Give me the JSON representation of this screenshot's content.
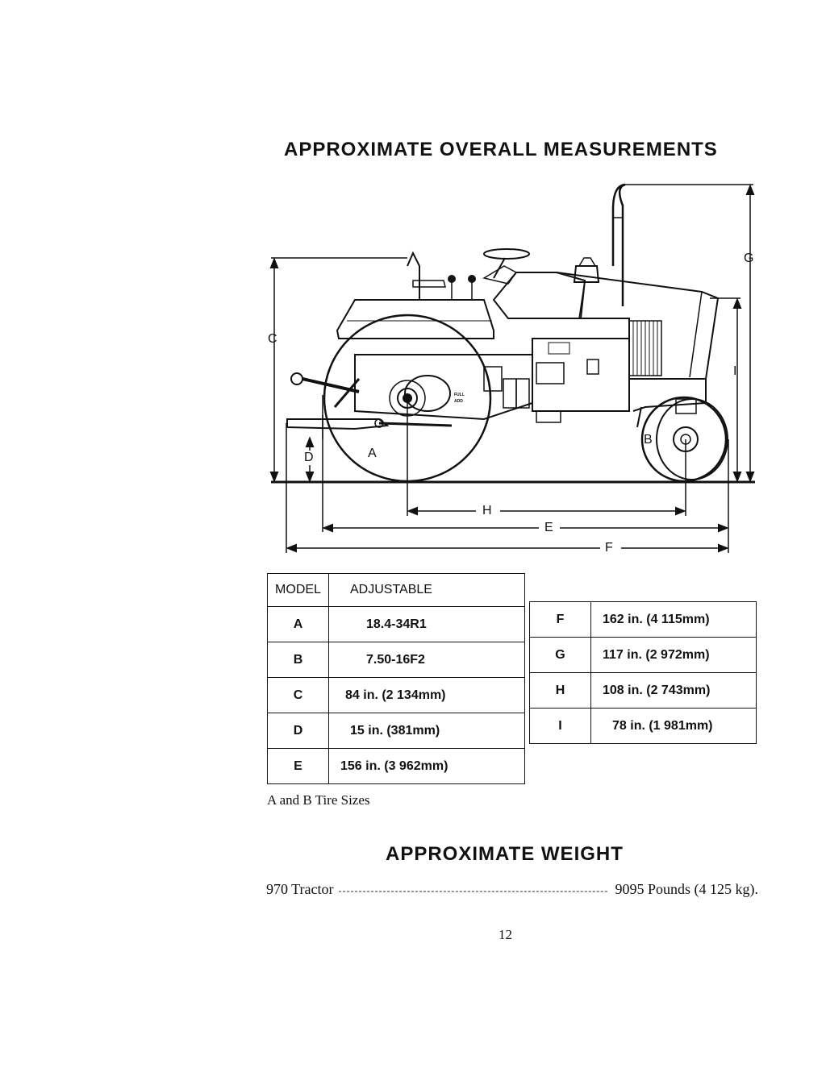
{
  "page": {
    "title": "APPROXIMATE OVERALL MEASUREMENTS",
    "page_number": "12"
  },
  "diagram": {
    "labels": {
      "A": "A",
      "B": "B",
      "C": "C",
      "D": "D",
      "E": "E",
      "F": "F",
      "G": "G",
      "H": "H",
      "I": "I"
    },
    "gauge_text": [
      "FULL",
      "ADD"
    ]
  },
  "model_table": {
    "header": {
      "model": "MODEL",
      "value": "ADJUSTABLE"
    },
    "rows": [
      {
        "key": "A",
        "value": "18.4-34R1"
      },
      {
        "key": "B",
        "value": "7.50-16F2"
      },
      {
        "key": "C",
        "value": "84 in. (2 134mm)"
      },
      {
        "key": "D",
        "value": "15 in. (381mm)"
      },
      {
        "key": "E",
        "value": "156 in. (3 962mm)"
      }
    ],
    "caption": "A and B Tire Sizes"
  },
  "ref_table": {
    "rows": [
      {
        "key": "F",
        "value": "162 in. (4 115mm)"
      },
      {
        "key": "G",
        "value": "117 in. (2 972mm)"
      },
      {
        "key": "H",
        "value": "108 in. (2 743mm)"
      },
      {
        "key": "I",
        "value": "78 in. (1 981mm)"
      }
    ]
  },
  "weight": {
    "title": "APPROXIMATE WEIGHT",
    "item": "970 Tractor",
    "dots": "-------------------------------------------------------------------",
    "value": "9095 Pounds (4 125 kg)."
  }
}
